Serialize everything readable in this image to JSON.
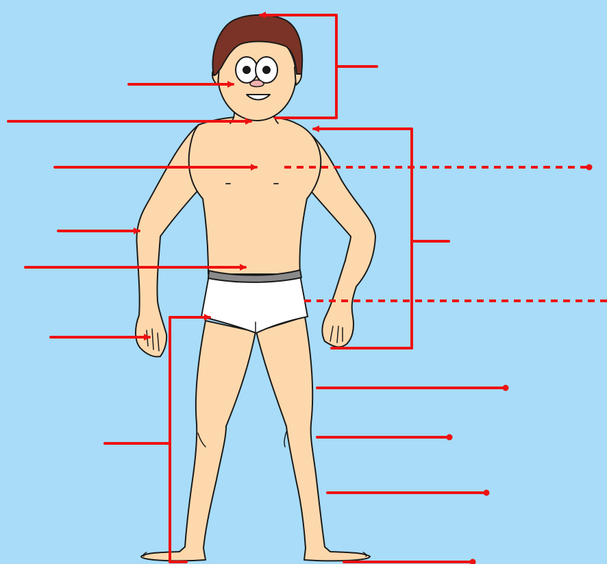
{
  "diagram": {
    "subject": "boy-body-parts",
    "colors": {
      "background": "#a8dcf8",
      "skin": "#fdd8ad",
      "hair": "#7a3326",
      "outline": "#1a1a1a",
      "underwear": "#ffffff",
      "waistband": "#8a8a8a",
      "pointer": "#ee1111",
      "nose": "#f1b0b0"
    },
    "pointers": [
      {
        "name": "pointer-face",
        "target": "face",
        "style": "solid",
        "kind": "arrow"
      },
      {
        "name": "pointer-neck",
        "target": "neck",
        "style": "solid",
        "kind": "arrow"
      },
      {
        "name": "pointer-chest",
        "target": "chest",
        "style": "solid",
        "kind": "arrow"
      },
      {
        "name": "pointer-elbow",
        "target": "elbow",
        "style": "solid",
        "kind": "arrow"
      },
      {
        "name": "pointer-stomach",
        "target": "stomach",
        "style": "solid",
        "kind": "arrow"
      },
      {
        "name": "pointer-hand",
        "target": "hand",
        "style": "solid",
        "kind": "arrow"
      },
      {
        "name": "pointer-leg-group",
        "target": "leg",
        "style": "solid",
        "kind": "bracket"
      },
      {
        "name": "pointer-head-group",
        "target": "head",
        "style": "solid",
        "kind": "bracket"
      },
      {
        "name": "pointer-arm-group",
        "target": "arm",
        "style": "solid",
        "kind": "bracket"
      },
      {
        "name": "pointer-chest-right",
        "target": "chest",
        "style": "dashed",
        "kind": "dot"
      },
      {
        "name": "pointer-hip-right",
        "target": "hip",
        "style": "dashed",
        "kind": "dot"
      },
      {
        "name": "pointer-thigh",
        "target": "thigh",
        "style": "solid",
        "kind": "dot"
      },
      {
        "name": "pointer-knee",
        "target": "knee",
        "style": "solid",
        "kind": "dot"
      },
      {
        "name": "pointer-shin",
        "target": "shin",
        "style": "solid",
        "kind": "dot"
      },
      {
        "name": "pointer-foot",
        "target": "foot",
        "style": "solid",
        "kind": "dot"
      }
    ]
  }
}
